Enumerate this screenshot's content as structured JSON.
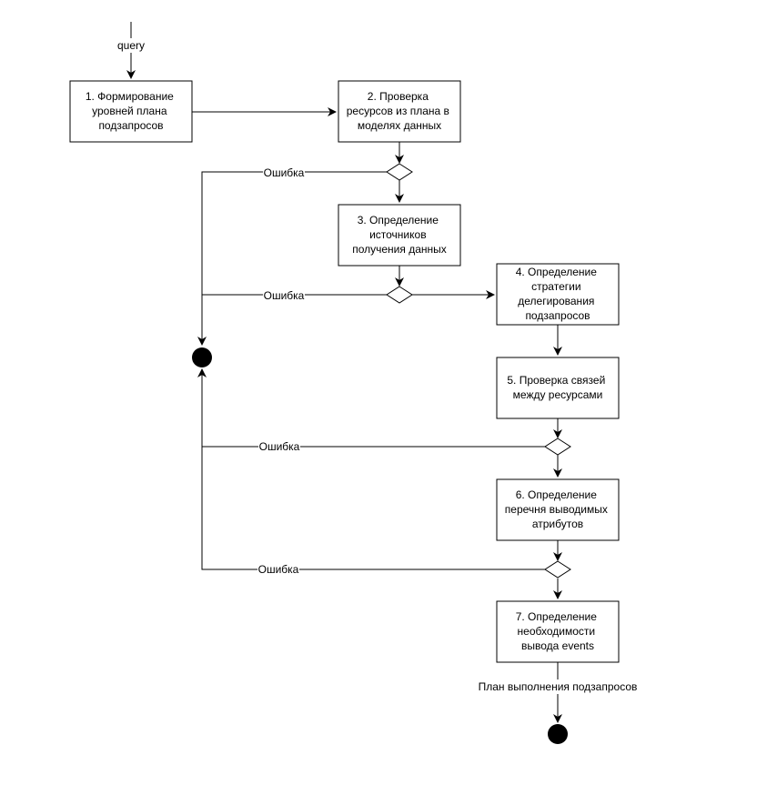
{
  "input_label": "query",
  "output_label": "План выполнения подзапросов",
  "error_label": "Ошибка",
  "steps": [
    [
      "1. Формирование",
      "уровней плана",
      "подзапросов"
    ],
    [
      "2. Проверка",
      "ресурсов из плана в",
      "моделях данных"
    ],
    [
      "3. Определение",
      "источников",
      "получения данных"
    ],
    [
      "4. Определение",
      "стратегии",
      "делегирования",
      "подзапросов"
    ],
    [
      "5. Проверка связей",
      "между ресурсами"
    ],
    [
      "6. Определение",
      "перечня выводимых",
      "атрибутов"
    ],
    [
      "7. Определение",
      "необходимости",
      "вывода events"
    ]
  ]
}
